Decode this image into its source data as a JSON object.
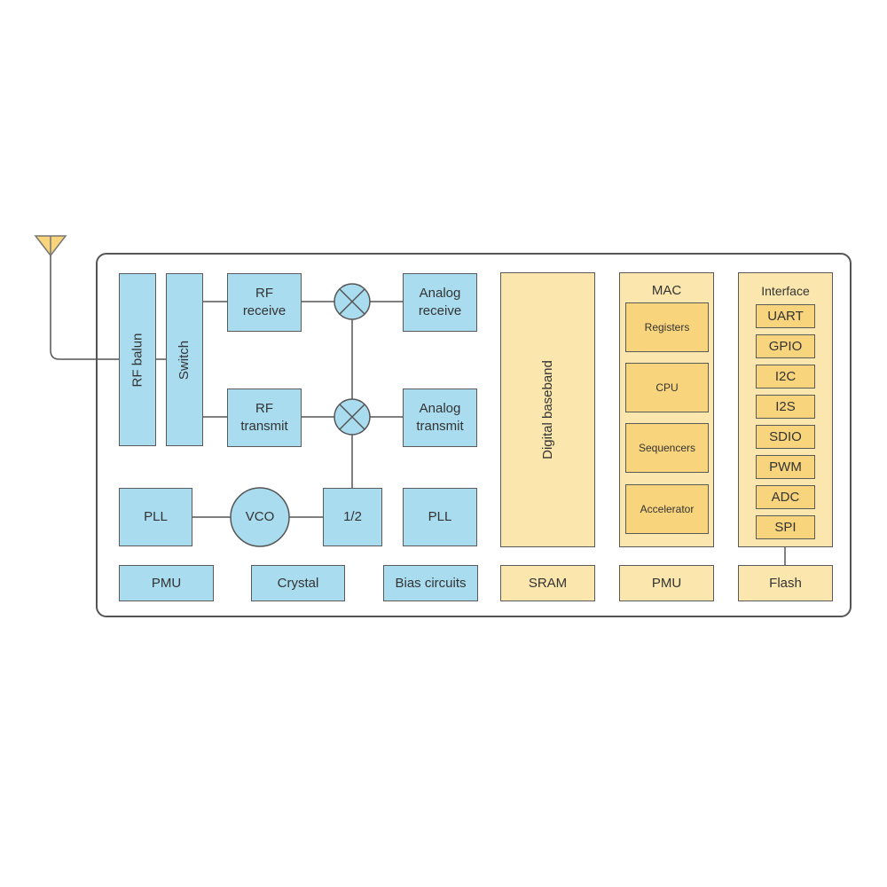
{
  "rf": {
    "rf_balun": "RF balun",
    "switch": "Switch",
    "rf_receive": "RF\nreceive",
    "rf_transmit": "RF\ntransmit",
    "analog_receive": "Analog\nreceive",
    "analog_transmit": "Analog\ntransmit",
    "pll": "PLL",
    "vco": "VCO",
    "divider": "1/2",
    "pll2": "PLL",
    "pmu": "PMU",
    "crystal": "Crystal",
    "bias": "Bias circuits"
  },
  "digital": {
    "baseband": "Digital baseband",
    "sram": "SRAM",
    "mac": "MAC",
    "mac_items": [
      "Registers",
      "CPU",
      "Sequencers",
      "Accelerator"
    ],
    "pmu": "PMU",
    "interface": "Interface",
    "interface_items": [
      "UART",
      "GPIO",
      "I2C",
      "I2S",
      "SDIO",
      "PWM",
      "ADC",
      "SPI"
    ],
    "flash": "Flash"
  },
  "colors": {
    "analog": "#a9dcef",
    "digital": "#fbe7ad",
    "digital_inner": "#f8d47c"
  }
}
